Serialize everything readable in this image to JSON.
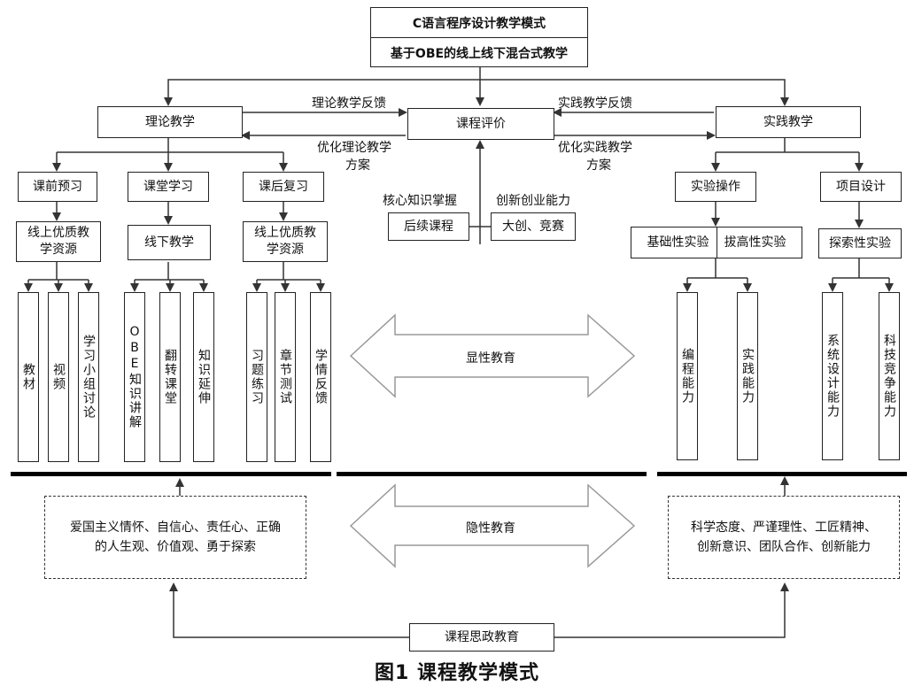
{
  "title": {
    "line1": "C语言程序设计教学模式",
    "line2": "基于OBE的线上线下混合式教学"
  },
  "theory": {
    "label": "理论教学"
  },
  "practice": {
    "label": "实践教学"
  },
  "evaluation": {
    "label": "课程评价"
  },
  "feedback": {
    "theory_feedback": "理论教学反馈",
    "practice_feedback": "实践教学反馈",
    "optimize_theory_line1": "优化理论教学",
    "optimize_theory_line2": "方案",
    "optimize_practice_line1": "优化实践教学",
    "optimize_practice_line2": "方案"
  },
  "stages": {
    "pre": "课前预习",
    "class": "课堂学习",
    "post": "课后复习"
  },
  "resources": {
    "pre": "线上优质教学资源",
    "class": "线下教学",
    "post": "线上优质教学资源"
  },
  "leaves_left": [
    "教材",
    "视频",
    "学习小组讨论",
    "OBE知识讲解",
    "翻转课堂",
    "知识延伸",
    "习题练习",
    "章节测试",
    "学情反馈"
  ],
  "center": {
    "core": "核心知识掌握",
    "innovation": "创新创业能力",
    "follow": "后续课程",
    "contest": "大创、竞赛"
  },
  "practice_parts": {
    "experiment": "实验操作",
    "project": "项目设计",
    "basic": "基础性实验",
    "advanced": "拔高性实验",
    "explore": "探索性实验"
  },
  "leaves_right": [
    "编程能力",
    "实践能力",
    "系统设计能力",
    "科技竞争能力"
  ],
  "explicit": "显性教育",
  "implicit": "隐性教育",
  "ideology_left_line1": "爱国主义情怀、自信心、责任心、正确",
  "ideology_left_line2": "的人生观、价值观、勇于探索",
  "ideology_right_line1": "科学态度、严谨理性、工匠精神、",
  "ideology_right_line2": "创新意识、团队合作、创新能力",
  "civics": "课程思政教育",
  "caption": "图1  课程教学模式"
}
